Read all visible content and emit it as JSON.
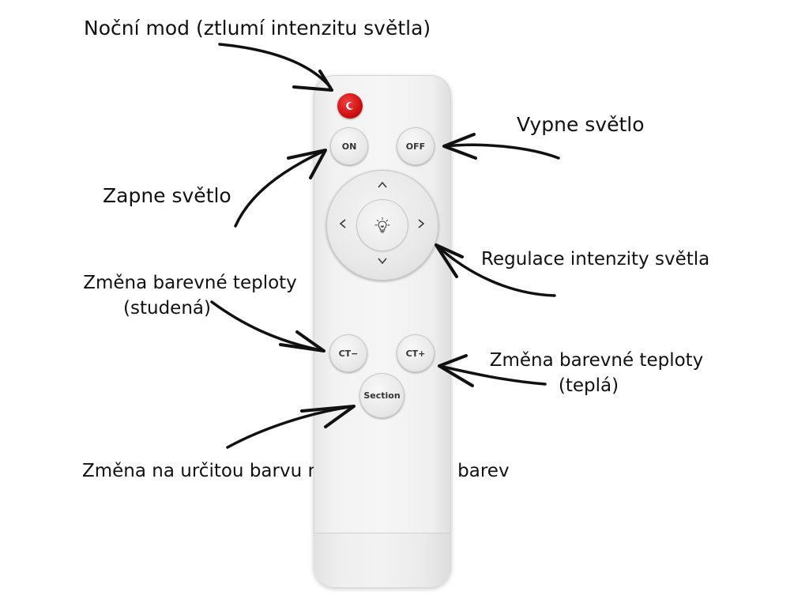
{
  "labels": {
    "night_mode": "Noční mod (ztlumí intenzitu světla)",
    "turn_off": "Vypne světlo",
    "turn_on": "Zapne světlo",
    "brightness": "Regulace intenzity světla",
    "ct_cold_line1": "Změna barevné teploty",
    "ct_cold_line2": "(studená)",
    "ct_warm_line1": "Změna barevné teploty",
    "ct_warm_line2": "(teplá)",
    "section": "Změna na určitou barvu nebo kombinaci barev"
  },
  "remote": {
    "on_label": "ON",
    "off_label": "OFF",
    "ct_minus_label": "CT−",
    "ct_plus_label": "CT+",
    "section_label": "Section"
  },
  "colors": {
    "night_button": "#d01010",
    "remote_body": "#f4f4f4",
    "arrow_ink": "#111111"
  },
  "icons": {
    "night_button": "moon-icon",
    "dpad_center": "light-bulb-icon",
    "dpad_arrows": [
      "chevron-up-icon",
      "chevron-down-icon",
      "chevron-left-icon",
      "chevron-right-icon"
    ]
  }
}
